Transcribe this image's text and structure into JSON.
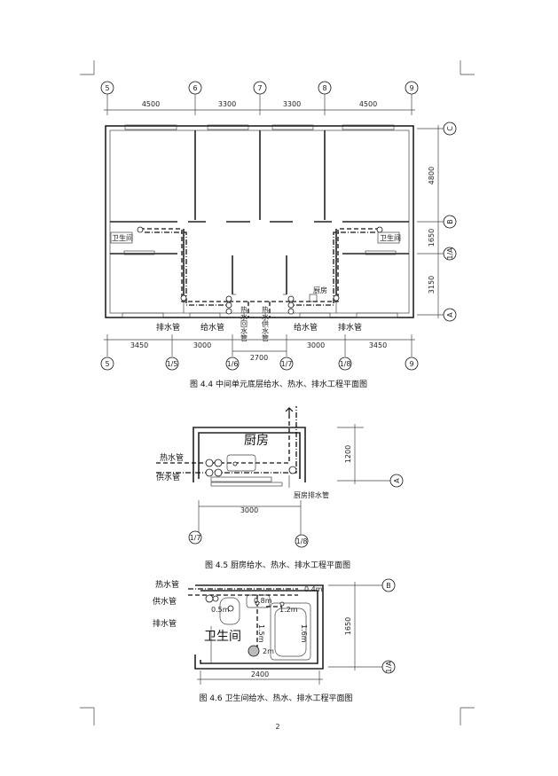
{
  "figure1": {
    "caption": "图 4.4  中间单元底层给水、热水、排水工程平面图",
    "top_axes": [
      "5",
      "6",
      "7",
      "8",
      "9"
    ],
    "top_dims": [
      "4500",
      "3300",
      "3300",
      "4500"
    ],
    "right_axes": [
      "C",
      "B",
      "1/A",
      "A"
    ],
    "right_dims": [
      "4800",
      "1650",
      "3150"
    ],
    "bottom_axes": [
      "5",
      "1/5",
      "1/6",
      "1/7",
      "1/8",
      "9"
    ],
    "bottom_dims": [
      "3450",
      "3000",
      "3000",
      "3450"
    ],
    "bottom_mid_dim": "2700",
    "bathroom_left": "卫生间",
    "bathroom_right": "卫生间",
    "kitchen": "厨房",
    "drain_pipe_left": "排水管",
    "supply_pipe_left": "给水管",
    "supply_pipe_right": "给水管",
    "drain_pipe_right": "排水管",
    "hot_return_pipe": "热水回水管",
    "hot_supply_pipe": "热水供水管"
  },
  "figure2": {
    "caption": "图 4.5  厨房给水、热水、排水工程平面图",
    "room": "厨房",
    "hot_pipe": "热水管",
    "supply_pipe": "供水管",
    "drain_pipe": "厨房排水管",
    "dim_width": "3000",
    "dim_height": "1200",
    "axis_left": "1/7",
    "axis_right": "1/8",
    "axis_a": "A"
  },
  "figure3": {
    "caption": "图 4.6  卫生间给水、热水、排水工程平面图",
    "room": "卫生间",
    "hot_pipe": "热水管",
    "supply_pipe": "供水管",
    "drain_pipe": "排水管",
    "dim_width": "2400",
    "dim_height": "1650",
    "axis_b": "B",
    "axis_1a": "1/A",
    "h_04": "0.4m",
    "h_05": "0.5m",
    "h_08": "0.8m",
    "h_12": "1.2m",
    "h_15": "1.5m",
    "h_16": "1.6m",
    "h_2": "2m"
  },
  "page_number": "2"
}
